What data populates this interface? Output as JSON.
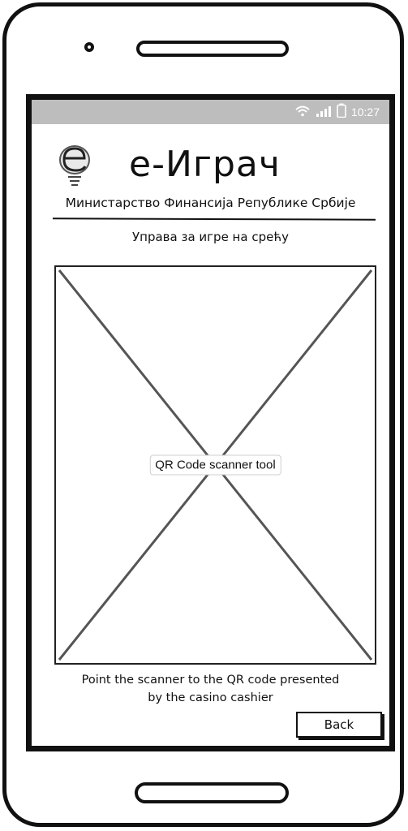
{
  "status_bar": {
    "time": "10:27",
    "icons": [
      "wifi-icon",
      "signal-icon",
      "battery-icon"
    ]
  },
  "header": {
    "logo_icon": "e-logo-icon",
    "title": "е-Играч",
    "ministry": "Министарство Финансија Републике Србије",
    "directorate": "Управа за игре на срећу"
  },
  "scanner": {
    "label": "QR Code scanner tool"
  },
  "instruction": {
    "line1": "Point the scanner to the QR code presented",
    "line2": "by the casino cashier"
  },
  "actions": {
    "back_label": "Back"
  }
}
